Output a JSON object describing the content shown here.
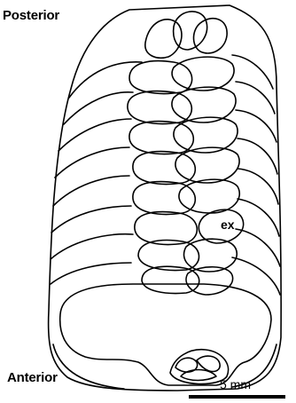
{
  "labels": {
    "posterior": "Posterior",
    "anterior": "Anterior",
    "ex": "ex"
  },
  "scale_bar": {
    "text": "5 mm"
  },
  "colors": {
    "stroke": "#000000",
    "background": "#ffffff"
  }
}
